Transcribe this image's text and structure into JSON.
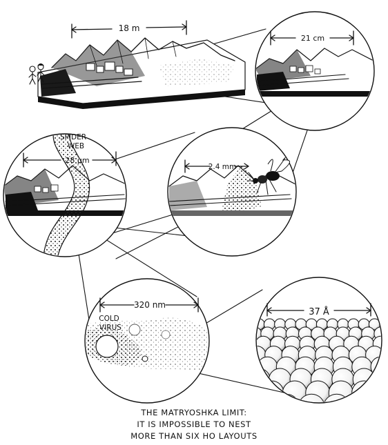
{
  "scales": {
    "top_model": "18 m",
    "circle_1": "21 cm",
    "circle_3": "2.4 mm",
    "circle_2": "28 µm",
    "circle_4": "320 nm",
    "circle_5": "37 Å"
  },
  "callouts": {
    "spider_web_line1": "SPIDER",
    "spider_web_line2": "WEB",
    "cold_virus_line1": "COLD",
    "cold_virus_line2": "VIRUS"
  },
  "caption": {
    "line1": "THE MATRYOSHKA LIMIT:",
    "line2": "IT IS IMPOSSIBLE TO NEST",
    "line3": "MORE THAN SIX HO LAYOUTS"
  }
}
